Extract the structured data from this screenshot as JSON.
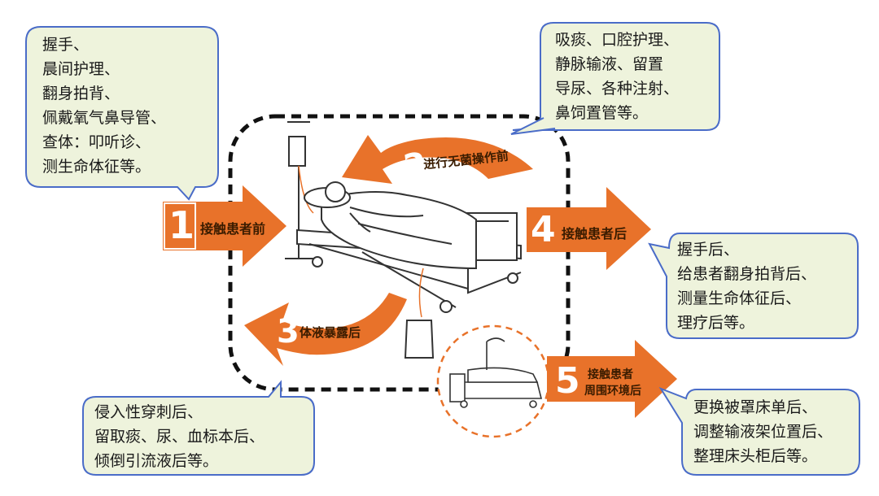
{
  "callouts": {
    "before_contact": [
      "握手、",
      "晨间护理、",
      "翻身拍背、",
      "佩戴氧气鼻导管、",
      "查体：叩听诊、",
      "测生命体征等。"
    ],
    "before_aseptic": [
      "吸痰、口腔护理、",
      "静脉输液、留置",
      "导尿、各种注射、",
      "鼻饲置管等。"
    ],
    "after_contact": [
      "握手后、",
      "给患者翻身拍背后、",
      "测量生命体征后、",
      "理疗后等。"
    ],
    "after_fluid": [
      "侵入性穿刺后、",
      "留取痰、尿、血标本后、",
      "倾倒引流液后等。"
    ],
    "after_surroundings": [
      "更换被罩床单后、",
      "调整输液架位置后、",
      "整理床头柜后等。"
    ]
  },
  "arrows": {
    "a1": {
      "number": "1",
      "label": "接触患者前"
    },
    "a2": {
      "number": "2",
      "label": "进行无菌操作前"
    },
    "a3": {
      "number": "3",
      "label": "体液暴露后"
    },
    "a4": {
      "number": "4",
      "label": "接触患者后"
    },
    "a5": {
      "number": "5",
      "label_line1": "接触患者",
      "label_line2": "周围环境后"
    }
  },
  "colors": {
    "arrow": "#E8722A",
    "bubble_fill": "#EEF3DC",
    "bubble_stroke": "#4A6CC8",
    "dashed_border": "#111111",
    "circle_dash": "#E8722A"
  }
}
